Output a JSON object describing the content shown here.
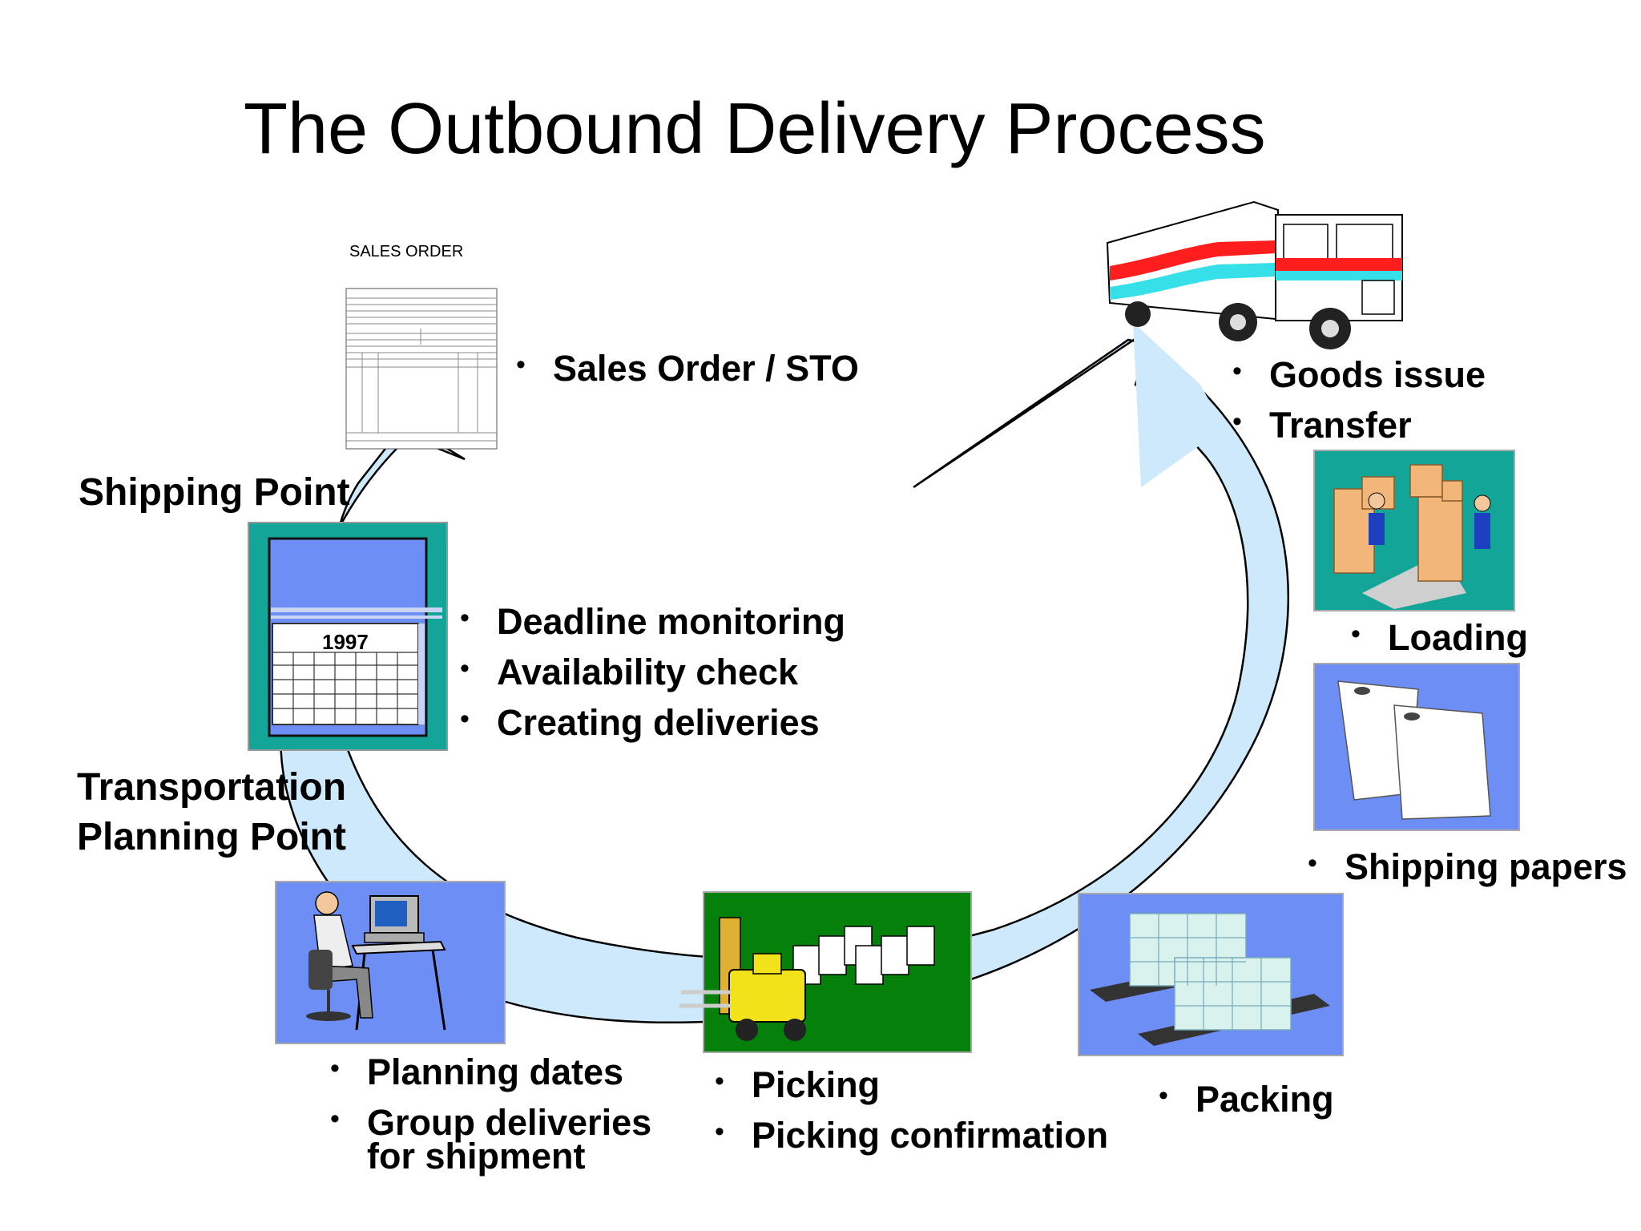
{
  "title": "The Outbound Delivery Process",
  "sales_order": {
    "doc_title": "SALES ORDER",
    "bullets": [
      "Sales Order / STO"
    ]
  },
  "shipping_point": {
    "label": "Shipping Point",
    "calendar_year": "1997",
    "bullets": [
      "Deadline monitoring",
      "Availability check",
      "Creating deliveries"
    ]
  },
  "transportation_planning_point": {
    "label_line1": "Transportation",
    "label_line2": "Planning Point"
  },
  "planning": {
    "bullets": [
      "Planning dates",
      "Group deliveries"
    ],
    "continuation": "for shipment"
  },
  "picking": {
    "bullets": [
      "Picking",
      "Picking confirmation"
    ]
  },
  "packing": {
    "bullets": [
      "Packing"
    ]
  },
  "shipping_papers": {
    "bullets": [
      "Shipping papers"
    ]
  },
  "loading": {
    "bullets": [
      "Loading"
    ]
  },
  "goods_issue": {
    "bullets": [
      "Goods issue",
      "Transfer"
    ]
  },
  "colors": {
    "arrow_fill": "#cde9fb",
    "panel_blue": "#6d8ff5",
    "panel_teal": "#13a597",
    "panel_green": "#05800a",
    "forklift_yellow": "#f2e21a",
    "truck_red": "#ff1e1e",
    "truck_cyan": "#36e0e8"
  }
}
